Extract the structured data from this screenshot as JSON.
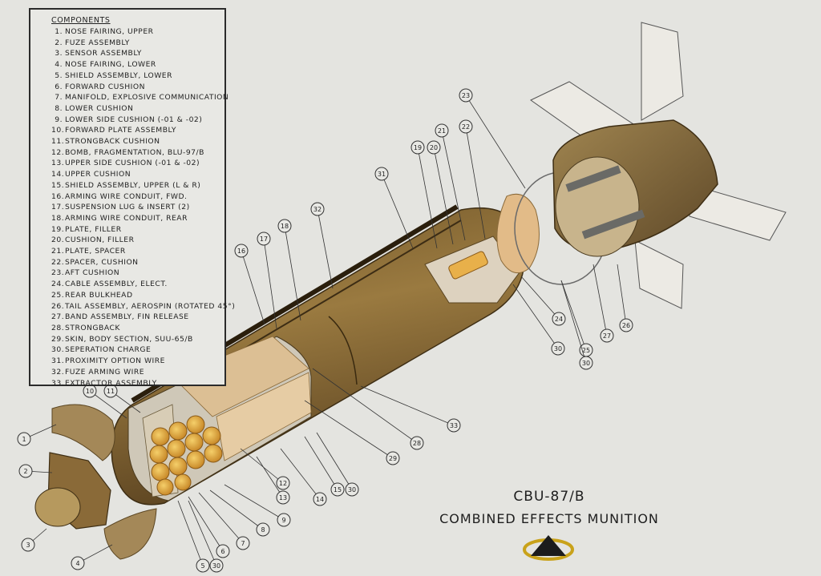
{
  "legend": {
    "heading": "COMPONENTS",
    "items": [
      {
        "n": "1.",
        "label": "NOSE FAIRING, UPPER"
      },
      {
        "n": "2.",
        "label": "FUZE ASSEMBLY"
      },
      {
        "n": "3.",
        "label": "SENSOR ASSEMBLY"
      },
      {
        "n": "4.",
        "label": "NOSE FAIRING, LOWER"
      },
      {
        "n": "5.",
        "label": "SHIELD ASSEMBLY, LOWER"
      },
      {
        "n": "6.",
        "label": "FORWARD CUSHION"
      },
      {
        "n": "7.",
        "label": "MANIFOLD, EXPLOSIVE COMMUNICATION"
      },
      {
        "n": "8.",
        "label": "LOWER CUSHION"
      },
      {
        "n": "9.",
        "label": "LOWER SIDE CUSHION (-01 & -02)"
      },
      {
        "n": "10.",
        "label": "FORWARD PLATE ASSEMBLY"
      },
      {
        "n": "11.",
        "label": "STRONGBACK CUSHION"
      },
      {
        "n": "12.",
        "label": "BOMB, FRAGMENTATION, BLU-97/B"
      },
      {
        "n": "13.",
        "label": "UPPER SIDE CUSHION (-01 & -02)"
      },
      {
        "n": "14.",
        "label": "UPPER CUSHION"
      },
      {
        "n": "15.",
        "label": "SHIELD ASSEMBLY, UPPER (L & R)"
      },
      {
        "n": "16.",
        "label": "ARMING WIRE CONDUIT, FWD."
      },
      {
        "n": "17.",
        "label": "SUSPENSION LUG & INSERT (2)"
      },
      {
        "n": "18.",
        "label": "ARMING WIRE CONDUIT, REAR"
      },
      {
        "n": "19.",
        "label": "PLATE, FILLER"
      },
      {
        "n": "20.",
        "label": "CUSHION, FILLER"
      },
      {
        "n": "21.",
        "label": "PLATE, SPACER"
      },
      {
        "n": "22.",
        "label": "SPACER, CUSHION"
      },
      {
        "n": "23.",
        "label": "AFT CUSHION"
      },
      {
        "n": "24.",
        "label": "CABLE ASSEMBLY, ELECT."
      },
      {
        "n": "25.",
        "label": "REAR BULKHEAD"
      },
      {
        "n": "26.",
        "label": "TAIL ASSEMBLY, AEROSPIN (ROTATED 45°)"
      },
      {
        "n": "27.",
        "label": "BAND ASSEMBLY, FIN RELEASE"
      },
      {
        "n": "28.",
        "label": "STRONGBACK"
      },
      {
        "n": "29.",
        "label": "SKIN, BODY SECTION, SUU-65/B"
      },
      {
        "n": "30.",
        "label": "SEPERATION CHARGE"
      },
      {
        "n": "31.",
        "label": "PROXIMITY OPTION WIRE"
      },
      {
        "n": "32.",
        "label": "FUZE ARMING WIRE"
      },
      {
        "n": "33.",
        "label": "EXTRACTOR ASSEMBLY"
      }
    ]
  },
  "title": {
    "line1": "CBU-87/B",
    "line2": "COMBINED EFFECTS MUNITION"
  },
  "callouts": [
    "1",
    "2",
    "3",
    "4",
    "5",
    "30",
    "6",
    "7",
    "8",
    "9",
    "10",
    "11",
    "12",
    "13",
    "14",
    "15",
    "30",
    "16",
    "17",
    "18",
    "19",
    "20",
    "21",
    "22",
    "23",
    "24",
    "25",
    "30",
    "26",
    "27",
    "28",
    "29",
    "30",
    "31",
    "32",
    "33"
  ],
  "colors": {
    "body": "#8a6a34",
    "body_dark": "#5e4520",
    "cushion": "#d9b88a",
    "bomblet": "#e3a83c",
    "fin": "#eceae4",
    "background": "#e4e4e0"
  }
}
